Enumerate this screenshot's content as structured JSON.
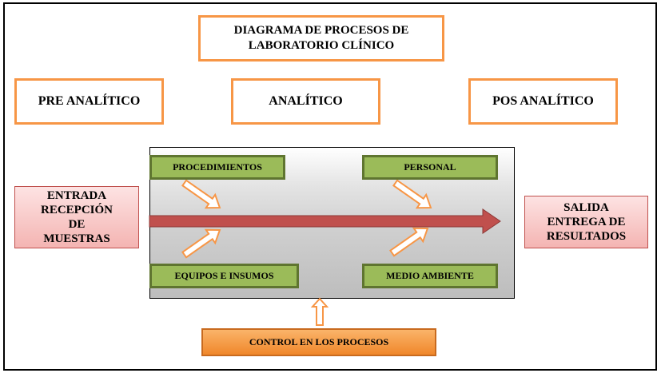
{
  "title": "DIAGRAMA DE PROCESOS DE LABORATORIO CLÍNICO",
  "title_line1": "DIAGRAMA DE PROCESOS DE",
  "title_line2": "LABORATORIO CLÍNICO",
  "phases": {
    "pre": "PRE ANALÍTICO",
    "analytic": "ANALÍTICO",
    "post": "POS ANALÍTICO"
  },
  "factors": {
    "top_left": "PROCEDIMIENTOS",
    "top_right": "PERSONAL",
    "bottom_left": "EQUIPOS E INSUMOS",
    "bottom_right": "MEDIO AMBIENTE"
  },
  "input": {
    "line1": "ENTRADA",
    "line2": "RECEPCIÓN",
    "line3": "DE",
    "line4": "MUESTRAS"
  },
  "output": {
    "line1": "SALIDA",
    "line2": "ENTREGA DE",
    "line3": "RESULTADOS"
  },
  "control": "CONTROL EN LOS PROCESOS",
  "colors": {
    "phase_border": "#f79646",
    "factor_fill": "#9bbb59",
    "main_arrow": "#c0504d",
    "control_fill": "#f79646",
    "io_fill": "#f2dcdb"
  }
}
